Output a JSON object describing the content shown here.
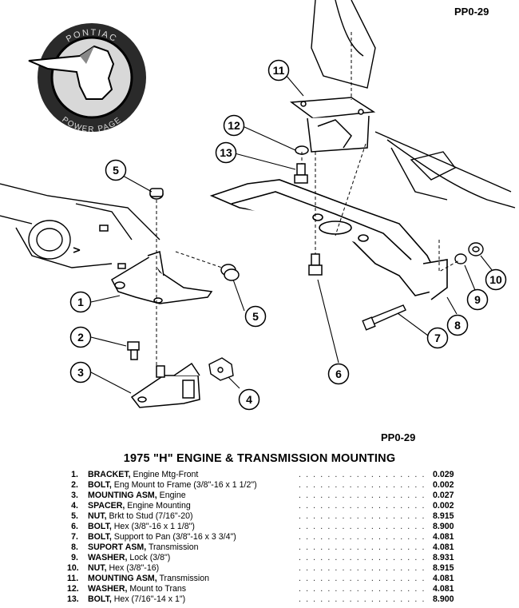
{
  "page_code": "PP0-29",
  "diagram_code": "PP0-29",
  "logo": {
    "text_top": "PONTIAC",
    "text_bottom": "POWER PAGE"
  },
  "title": "1975 \"H\" ENGINE & TRANSMISSION MOUNTING",
  "callouts": [
    "1",
    "2",
    "3",
    "4",
    "5",
    "5",
    "6",
    "7",
    "8",
    "9",
    "10",
    "11",
    "12",
    "13"
  ],
  "parts": [
    {
      "num": "1.",
      "name": "BRACKET,",
      "desc": " Engine Mtg-Front",
      "value": "0.029"
    },
    {
      "num": "2.",
      "name": "BOLT,",
      "desc": " Eng Mount to Frame (3/8\"-16 x 1 1/2\")",
      "value": "0.002"
    },
    {
      "num": "3.",
      "name": "MOUNTING ASM,",
      "desc": " Engine",
      "value": "0.027"
    },
    {
      "num": "4.",
      "name": "SPACER,",
      "desc": " Engine Mounting",
      "value": "0.002"
    },
    {
      "num": "5.",
      "name": "NUT,",
      "desc": " Brkt to Stud (7/16\"-20)",
      "value": "8.915"
    },
    {
      "num": "6.",
      "name": "BOLT,",
      "desc": " Hex (3/8\"-16 x 1 1/8\")",
      "value": "8.900"
    },
    {
      "num": "7.",
      "name": "BOLT,",
      "desc": " Support to Pan (3/8\"-16 x 3 3/4\")",
      "value": "4.081"
    },
    {
      "num": "8.",
      "name": "SUPORT ASM,",
      "desc": " Transmission",
      "value": "4.081"
    },
    {
      "num": "9.",
      "name": "WASHER,",
      "desc": " Lock (3/8\")",
      "value": "8.931"
    },
    {
      "num": "10.",
      "name": "NUT,",
      "desc": " Hex (3/8\"-16)",
      "value": "8.915"
    },
    {
      "num": "11.",
      "name": "MOUNTING ASM,",
      "desc": " Transmission",
      "value": "4.081"
    },
    {
      "num": "12.",
      "name": "WASHER,",
      "desc": " Mount to Trans",
      "value": "4.081"
    },
    {
      "num": "13.",
      "name": "BOLT,",
      "desc": " Hex (7/16\"-14 x 1\")",
      "value": "8.900"
    }
  ]
}
